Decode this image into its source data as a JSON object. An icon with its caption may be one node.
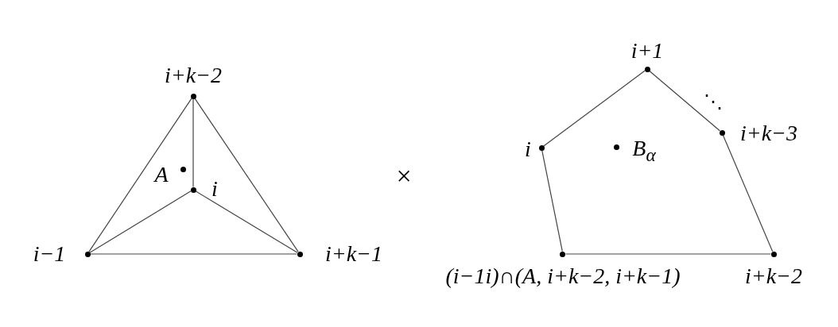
{
  "diagram": {
    "nodes": [
      {
        "text": [
          "i+k−2"
        ]
      },
      {
        "text": [
          "i−1"
        ]
      },
      {
        "text": [
          "i+k−1"
        ]
      },
      {
        "text": [
          "i"
        ]
      },
      {
        "text": [
          "A"
        ]
      },
      {
        "text": [
          "i+1"
        ]
      },
      {
        "text": [
          "i+k−3"
        ]
      },
      {
        "text": [
          "i"
        ]
      },
      {
        "text": [
          "B$_{α}$"
        ]
      },
      {
        "text": [
          "i+k−2"
        ]
      },
      {
        "text": [
          "(i−1i)∩(A, i+k−2, i+k−1)"
        ]
      }
    ],
    "edges": [
      {
        "from": 0,
        "to": 1,
        "arrow": "none"
      },
      {
        "from": 0,
        "to": 2,
        "arrow": "none"
      },
      {
        "from": 1,
        "to": 2,
        "arrow": "none"
      },
      {
        "from": 3,
        "to": 0,
        "arrow": "none"
      },
      {
        "from": 3,
        "to": 1,
        "arrow": "none"
      },
      {
        "from": 3,
        "to": 2,
        "arrow": "none"
      },
      {
        "from": 7,
        "to": 5,
        "arrow": "none"
      },
      {
        "from": 5,
        "to": 6,
        "arrow": "none"
      },
      {
        "from": 6,
        "to": 9,
        "arrow": "none"
      },
      {
        "from": 9,
        "to": 10,
        "arrow": "none"
      },
      {
        "from": 10,
        "to": 7,
        "arrow": "none"
      }
    ],
    "labels": [
      "×",
      "⋱"
    ]
  }
}
